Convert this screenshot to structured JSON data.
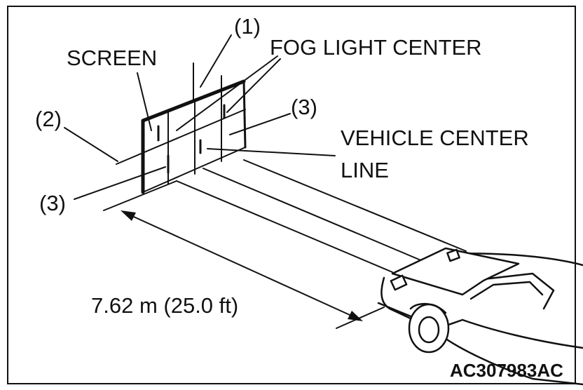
{
  "figure": {
    "labels": {
      "callout_1": "(1)",
      "screen": "SCREEN",
      "fog_light_center": "FOG LIGHT CENTER",
      "callout_2": "(2)",
      "callout_3_right": "(3)",
      "vehicle_center_line_1": "VEHICLE CENTER",
      "vehicle_center_line_2": "LINE",
      "callout_3_left": "(3)",
      "distance": "7.62 m (25.0 ft)",
      "figure_code": "AC307983AC"
    },
    "colors": {
      "ink": "#111111",
      "background": "#ffffff"
    }
  }
}
